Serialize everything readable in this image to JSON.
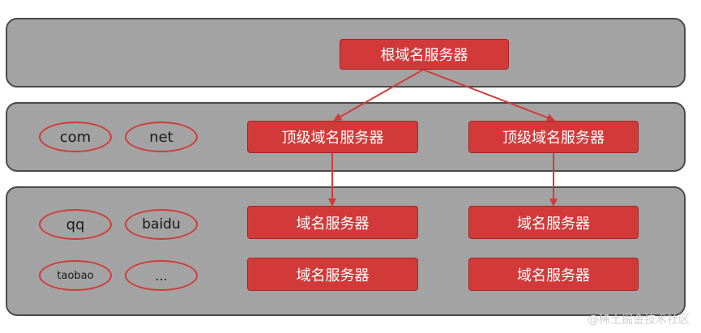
{
  "hierarchy": {
    "root_server_label": "根域名服务器",
    "top_level_servers": [
      {
        "label": "顶级域名服务器"
      },
      {
        "label": "顶级域名服务器"
      }
    ],
    "domain_servers": [
      {
        "label": "域名服务器"
      },
      {
        "label": "域名服务器"
      },
      {
        "label": "域名服务器"
      },
      {
        "label": "域名服务器"
      }
    ]
  },
  "top_level_domains": [
    "com",
    "net"
  ],
  "second_level_domains": [
    "qq",
    "baidu",
    "taobao",
    "..."
  ],
  "colors": {
    "server_fill": "#d23a3a",
    "oval_border": "#d23a3a",
    "tier_fill": "#a3a3a3",
    "arrow": "#d23a3a"
  },
  "watermark": "@稀土掘金技术社区"
}
